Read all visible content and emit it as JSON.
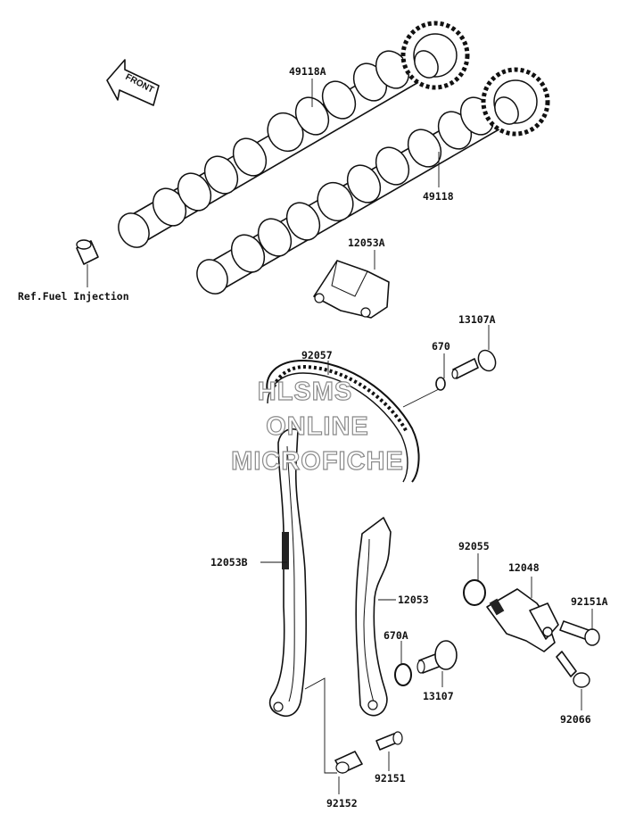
{
  "labels": {
    "cam_intake": "49118A",
    "cam_exhaust": "49118",
    "ref_fuel": "Ref.Fuel Injection",
    "holder_a": "12053A",
    "bolt_13107a": "13107A",
    "oring_670": "670",
    "chain": "92057",
    "guide_b": "12053B",
    "guide": "12053",
    "oring_92055": "92055",
    "tensioner": "12048",
    "bolt_92151a": "92151A",
    "oring_670a": "670A",
    "bolt_13107": "13107",
    "bolt_92066": "92066",
    "bolt_92151": "92151",
    "collar_92152": "92152",
    "front_arrow": "FRONT"
  },
  "watermark": {
    "line1": "HLSMS",
    "line2": "ONLINE",
    "line3": "MICROFICHE"
  },
  "colors": {
    "ink": "#111111",
    "background": "#ffffff",
    "watermark_outline": "#8a8a8a"
  }
}
